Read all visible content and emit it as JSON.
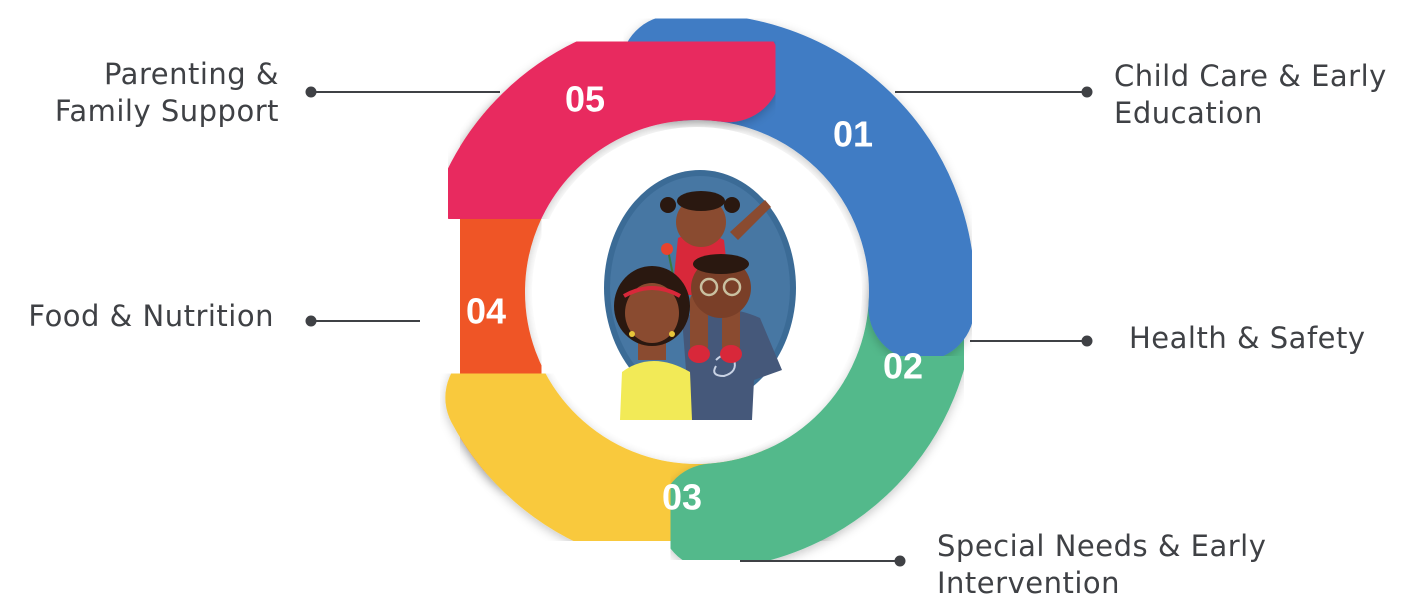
{
  "segments": [
    {
      "number": "01",
      "label_lines": [
        "Child Care & Early",
        "Education"
      ],
      "color": "#3f7cc4"
    },
    {
      "number": "02",
      "label_lines": [
        "Health & Safety"
      ],
      "color": "#52b98b"
    },
    {
      "number": "03",
      "label_lines": [
        "Special Needs & Early",
        "Intervention"
      ],
      "color": "#f9c93d"
    },
    {
      "number": "04",
      "label_lines": [
        "Food & Nutrition"
      ],
      "color": "#ef5528"
    },
    {
      "number": "05",
      "label_lines": [
        "Parenting &",
        "Family Support"
      ],
      "color": "#e8295f"
    }
  ],
  "center_image": "family-illustration",
  "connector_color": "#3f4145"
}
